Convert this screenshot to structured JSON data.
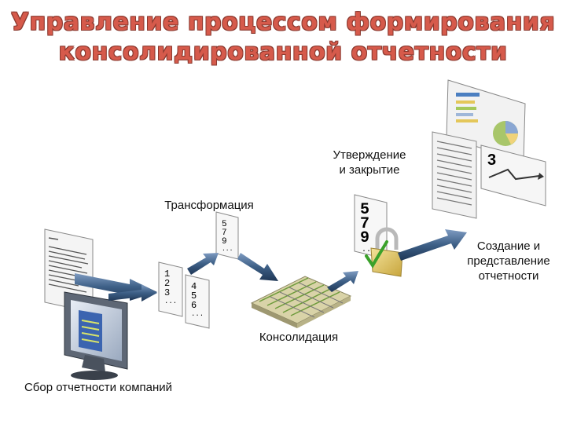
{
  "title": {
    "line1": "Управление процессом формирования",
    "line2": "консолидированной отчетности"
  },
  "labels": {
    "approval_line1": "Утверждение",
    "approval_line2": "и закрытие",
    "transformation": "Трансформация",
    "reporting_line1": "Создание и",
    "reporting_line2": "представление",
    "reporting_line3": "отчетности",
    "consolidation": "Консолидация",
    "collection": "Сбор отчетности компаний"
  },
  "card_digits": {
    "card_a": [
      "1",
      "2",
      "3",
      "..."
    ],
    "card_b": [
      "4",
      "5",
      "6",
      "..."
    ],
    "card_c": [
      "5",
      "7",
      "9",
      "..."
    ],
    "card_d": [
      "5",
      "7",
      "9",
      "..."
    ],
    "report_number": "3"
  },
  "colors": {
    "title": "#d65a4b",
    "arrow": "#3d5f86",
    "check": "#3aa12a",
    "lock": "#e2c96a"
  }
}
